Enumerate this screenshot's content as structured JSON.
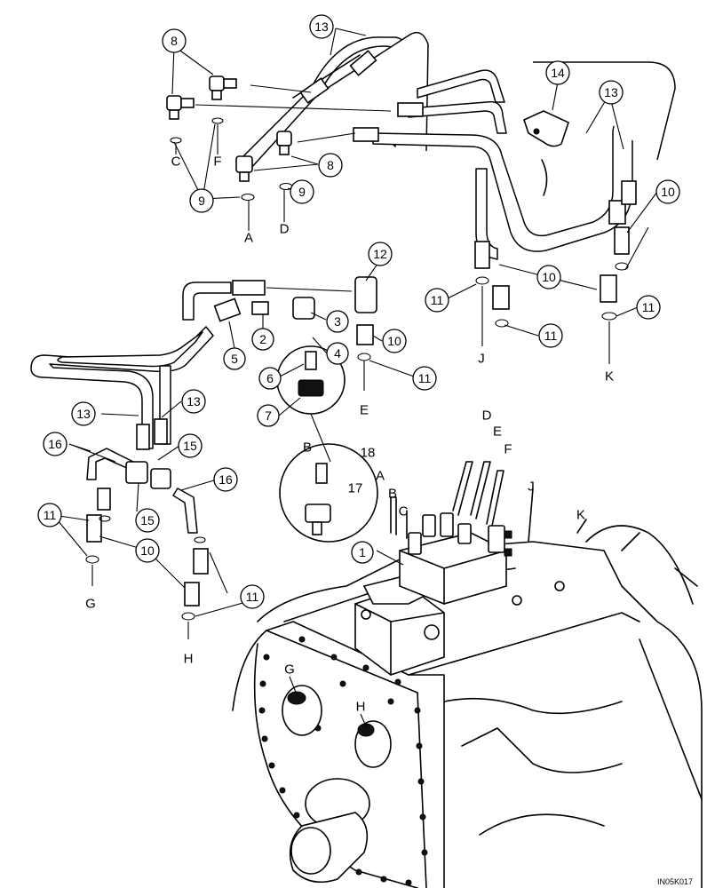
{
  "diagram": {
    "callouts": [
      {
        "id": "c13a",
        "text": "13"
      },
      {
        "id": "c8a",
        "text": "8"
      },
      {
        "id": "c14",
        "text": "14"
      },
      {
        "id": "c13b",
        "text": "13"
      },
      {
        "id": "c8b",
        "text": "8"
      },
      {
        "id": "c9a",
        "text": "9"
      },
      {
        "id": "c9b",
        "text": "9"
      },
      {
        "id": "c10a",
        "text": "10"
      },
      {
        "id": "c12",
        "text": "12"
      },
      {
        "id": "c3",
        "text": "3"
      },
      {
        "id": "c4",
        "text": "4"
      },
      {
        "id": "c2",
        "text": "2"
      },
      {
        "id": "c5",
        "text": "5"
      },
      {
        "id": "c6",
        "text": "6"
      },
      {
        "id": "c7",
        "text": "7"
      },
      {
        "id": "c10b",
        "text": "10"
      },
      {
        "id": "c11a",
        "text": "11"
      },
      {
        "id": "c11b",
        "text": "11"
      },
      {
        "id": "c10c",
        "text": "10"
      },
      {
        "id": "c11c",
        "text": "11"
      },
      {
        "id": "c11d",
        "text": "11"
      },
      {
        "id": "c13c",
        "text": "13"
      },
      {
        "id": "c13d",
        "text": "13"
      },
      {
        "id": "c16a",
        "text": "16"
      },
      {
        "id": "c15a",
        "text": "15"
      },
      {
        "id": "c16b",
        "text": "16"
      },
      {
        "id": "c15b",
        "text": "15"
      },
      {
        "id": "c11e",
        "text": "11"
      },
      {
        "id": "c10d",
        "text": "10"
      },
      {
        "id": "c11f",
        "text": "11"
      },
      {
        "id": "c1",
        "text": "1"
      }
    ],
    "letters": [
      {
        "id": "lC",
        "text": "C"
      },
      {
        "id": "lF",
        "text": "F"
      },
      {
        "id": "lA",
        "text": "A"
      },
      {
        "id": "lD",
        "text": "D"
      },
      {
        "id": "lJ",
        "text": "J"
      },
      {
        "id": "lK",
        "text": "K"
      },
      {
        "id": "lE",
        "text": "E"
      },
      {
        "id": "lB",
        "text": "B"
      },
      {
        "id": "l18",
        "text": "18"
      },
      {
        "id": "l17",
        "text": "17"
      },
      {
        "id": "lA2",
        "text": "A"
      },
      {
        "id": "lB2",
        "text": "B"
      },
      {
        "id": "lC2",
        "text": "C"
      },
      {
        "id": "lD2",
        "text": "D"
      },
      {
        "id": "lE2",
        "text": "E"
      },
      {
        "id": "lF2",
        "text": "F"
      },
      {
        "id": "lJ2",
        "text": "J"
      },
      {
        "id": "lK2",
        "text": "K"
      },
      {
        "id": "lG",
        "text": "G"
      },
      {
        "id": "lH",
        "text": "H"
      },
      {
        "id": "lG2",
        "text": "G"
      },
      {
        "id": "lH2",
        "text": "H"
      }
    ],
    "reference_code": "IN05K017"
  }
}
